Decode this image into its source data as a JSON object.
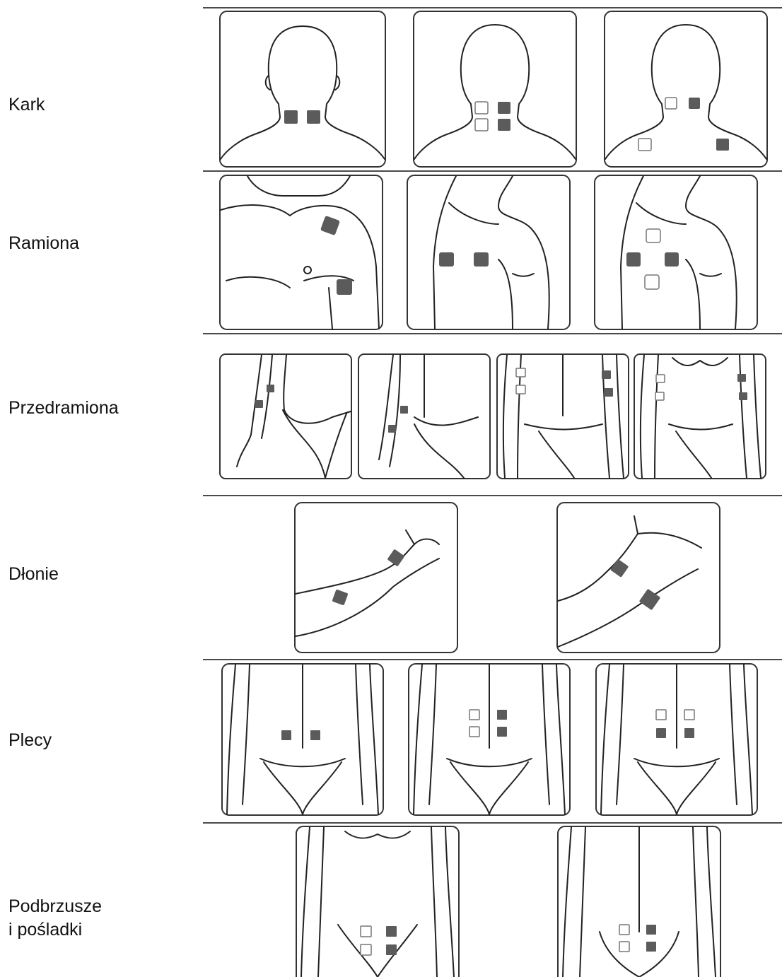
{
  "rows": [
    {
      "label": "Kark"
    },
    {
      "label": "Ramiona"
    },
    {
      "label": "Przedramiona"
    },
    {
      "label": "Dłonie"
    },
    {
      "label": "Plecy"
    },
    {
      "label": "Podbrzusze\ni pośladki"
    }
  ],
  "colors": {
    "pad_filled": "#5b5b5b",
    "pad_outline": "#777777",
    "line": "#222222"
  }
}
